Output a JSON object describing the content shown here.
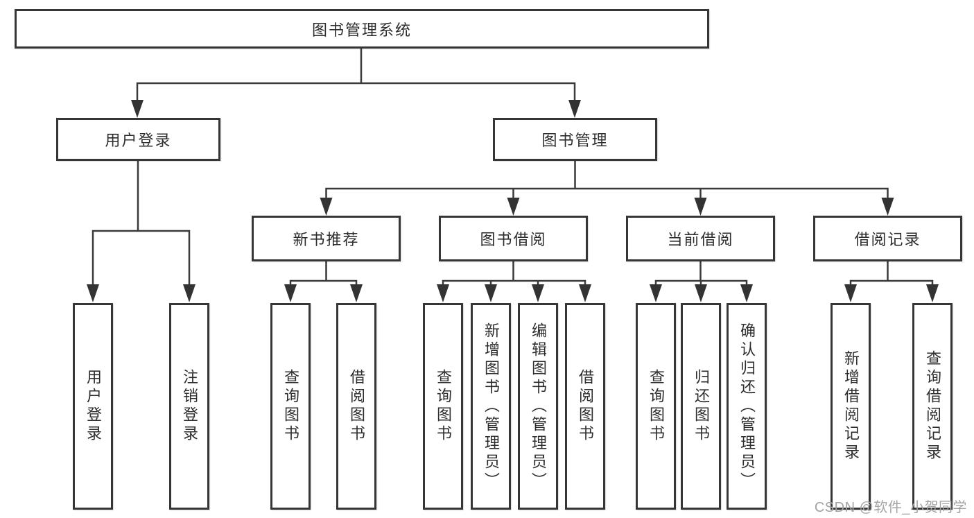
{
  "diagram": {
    "root": {
      "label": "图书管理系统"
    },
    "branches": [
      {
        "label": "用户登录",
        "children": [
          {
            "label": "用户登录"
          },
          {
            "label": "注销登录"
          }
        ]
      },
      {
        "label": "图书管理",
        "children": [
          {
            "label": "新书推荐",
            "children": [
              {
                "label": "查询图书"
              },
              {
                "label": "借阅图书"
              }
            ]
          },
          {
            "label": "图书借阅",
            "children": [
              {
                "label": "查询图书"
              },
              {
                "label": "新增图书（管理员）"
              },
              {
                "label": "编辑图书（管理员）"
              },
              {
                "label": "借阅图书"
              }
            ]
          },
          {
            "label": "当前借阅",
            "children": [
              {
                "label": "查询图书"
              },
              {
                "label": "归还图书"
              },
              {
                "label": "确认归还（管理员）"
              }
            ]
          },
          {
            "label": "借阅记录",
            "children": [
              {
                "label": "新增借阅记录"
              },
              {
                "label": "查询借阅记录"
              }
            ]
          }
        ]
      }
    ]
  },
  "watermark": {
    "text": "CSDN @软件_小贺同学",
    "color": "#a3a3a3"
  },
  "colors": {
    "line": "#3a3a3a",
    "box_border": "#363636",
    "text": "#2d2d2d",
    "background": "#ffffff"
  }
}
